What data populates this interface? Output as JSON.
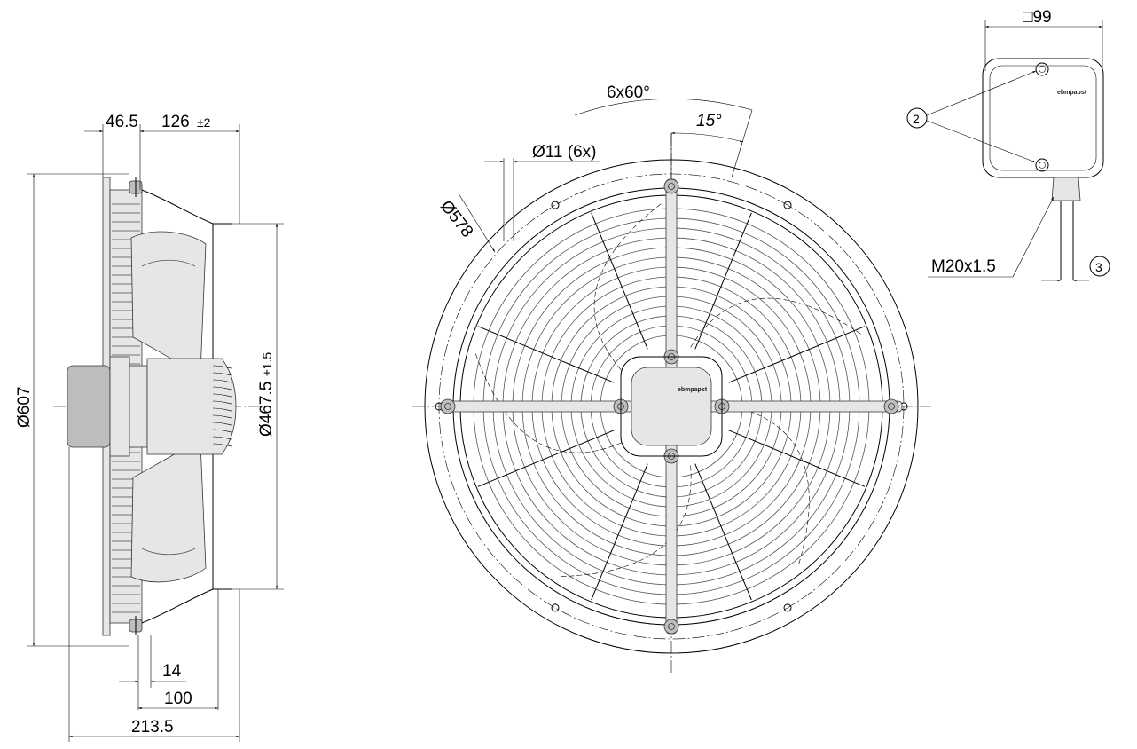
{
  "drawing": {
    "side_view": {
      "dim_flange_offset": "46.5",
      "dim_depth": "126",
      "dim_depth_tol": "±2",
      "dim_outer_diameter": "Ø607",
      "dim_inner_diameter": "Ø467.5",
      "dim_inner_tol": "±1.5",
      "dim_14": "14",
      "dim_100": "100",
      "dim_total": "213.5"
    },
    "front_view": {
      "dim_angle_pitch": "6x60°",
      "dim_angle_offset": "15°",
      "dim_holes": "Ø11 (6x)",
      "dim_bolt_circle": "Ø578",
      "hub_brand": "ebmpapst"
    },
    "terminal_box": {
      "dim_box": "□99",
      "callout_2": "2",
      "callout_3": "3",
      "gland_thread": "M20x1.5",
      "box_brand": "ebmpapst"
    }
  }
}
